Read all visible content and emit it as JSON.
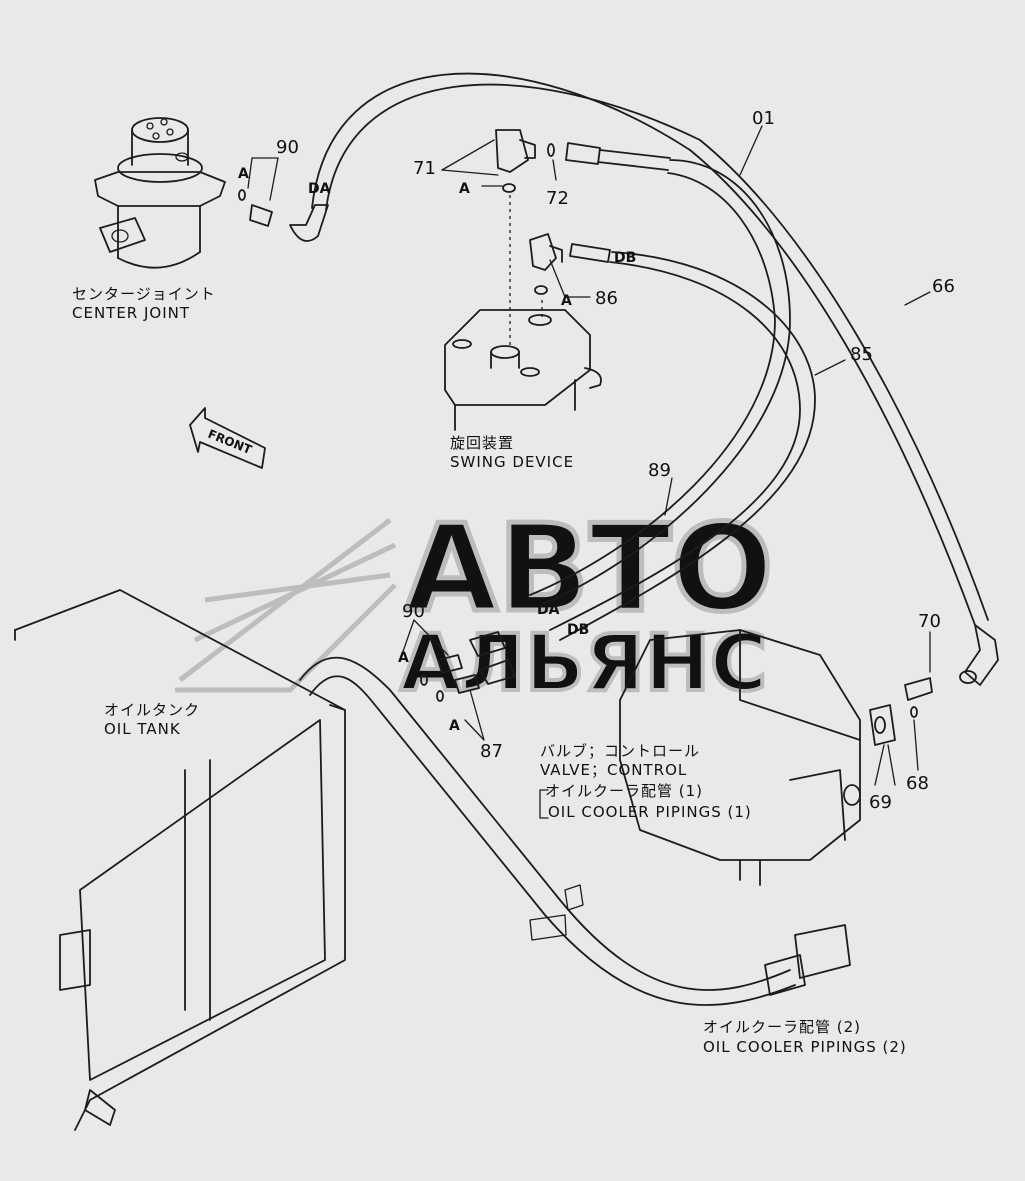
{
  "labels": {
    "center_joint_jp": "センタージョイント",
    "center_joint_en": "CENTER JOINT",
    "swing_jp": "旋回装置",
    "swing_en": "SWING DEVICE",
    "oil_tank_jp": "オイルタンク",
    "oil_tank_en": "OIL TANK",
    "valve_jp": "バルブ；コントロール",
    "valve_en": "VALVE；CONTROL",
    "piping1_jp": "オイルクーラ配管 (1)",
    "piping1_en": "OIL COOLER PIPINGS (1)",
    "piping2_jp": "オイルクーラ配管 (2)",
    "piping2_en": "OIL COOLER PIPINGS (2)",
    "front": "FRONT"
  },
  "parts": {
    "p90a": "90",
    "p71": "71",
    "p72": "72",
    "p01": "01",
    "p66": "66",
    "p86": "86",
    "p85": "85",
    "p89": "89",
    "p90b": "90",
    "p87": "87",
    "p70": "70",
    "p68": "68",
    "p69": "69"
  },
  "codes": {
    "a1": "A",
    "a2": "A",
    "a3": "A",
    "a4": "A",
    "a5": "A",
    "da1": "DA",
    "db1": "DB",
    "da2": "DA",
    "db2": "DB"
  },
  "watermark": {
    "line1": "АВТО",
    "line2": "АЛЬЯНС"
  },
  "colors": {
    "background": "#e9e9e7",
    "ink": "#1c1c1c",
    "watermark": "#bdbdbd"
  }
}
